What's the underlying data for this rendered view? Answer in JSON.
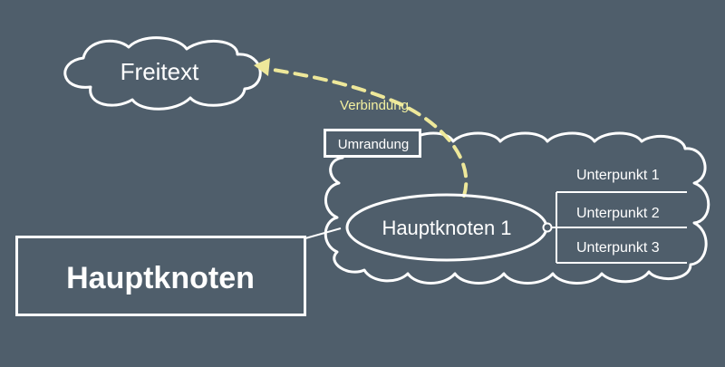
{
  "diagram": {
    "colors": {
      "background": "#4f5e6b",
      "stroke": "#ffffff",
      "connection": "#eee89a"
    },
    "free_text": {
      "label": "Freitext"
    },
    "connection": {
      "label": "Verbindung"
    },
    "boundary": {
      "label": "Umrandung"
    },
    "main_topic": {
      "label": "Hauptknoten"
    },
    "central_node": {
      "label": "Hauptknoten 1"
    },
    "subtopics": [
      {
        "label": "Unterpunkt 1"
      },
      {
        "label": "Unterpunkt 2"
      },
      {
        "label": "Unterpunkt 3"
      }
    ]
  }
}
